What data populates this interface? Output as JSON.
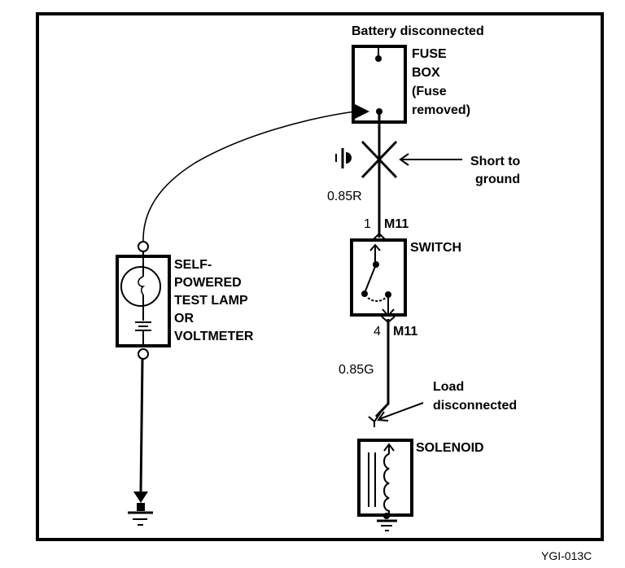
{
  "diagram": {
    "title": "Battery disconnected",
    "figure_ref": "YGI-013C",
    "colors": {
      "ink": "#000000",
      "background": "#ffffff"
    },
    "fuse_box": {
      "label_lines": [
        "FUSE",
        "BOX",
        "(Fuse",
        "removed)"
      ]
    },
    "short": {
      "label_lines": [
        "Short to",
        "ground"
      ],
      "icon": "ground-fault-x-icon"
    },
    "wire_upper": {
      "label": "0.85R"
    },
    "switch": {
      "label": "SWITCH",
      "top_pin": "1",
      "top_connector": "M11",
      "bottom_pin": "4",
      "bottom_connector": "M11"
    },
    "wire_lower": {
      "label": "0.85G"
    },
    "load": {
      "label_lines": [
        "Load",
        "disconnected"
      ]
    },
    "solenoid": {
      "label": "SOLENOID"
    },
    "tester": {
      "label_lines": [
        "SELF-",
        "POWERED",
        "TEST LAMP",
        "OR",
        "VOLTMETER"
      ]
    }
  }
}
